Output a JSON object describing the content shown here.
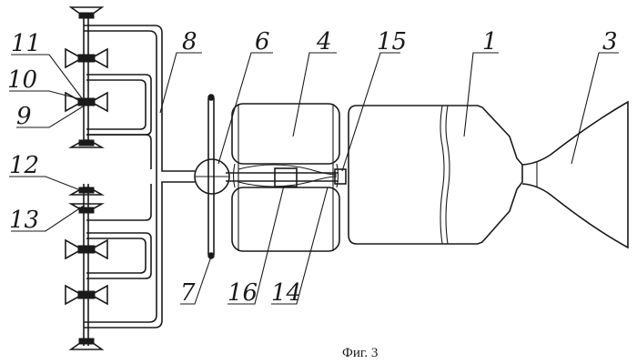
{
  "caption": "Фиг. 3",
  "labels": {
    "l1": "1",
    "l3": "3",
    "l4": "4",
    "l6": "6",
    "l7": "7",
    "l8": "8",
    "l9": "9",
    "l10": "10",
    "l11": "11",
    "l12": "12",
    "l13": "13",
    "l14": "14",
    "l15": "15",
    "l16": "16"
  },
  "colors": {
    "ink": "#1a1a1a",
    "paper": "#ffffff"
  }
}
